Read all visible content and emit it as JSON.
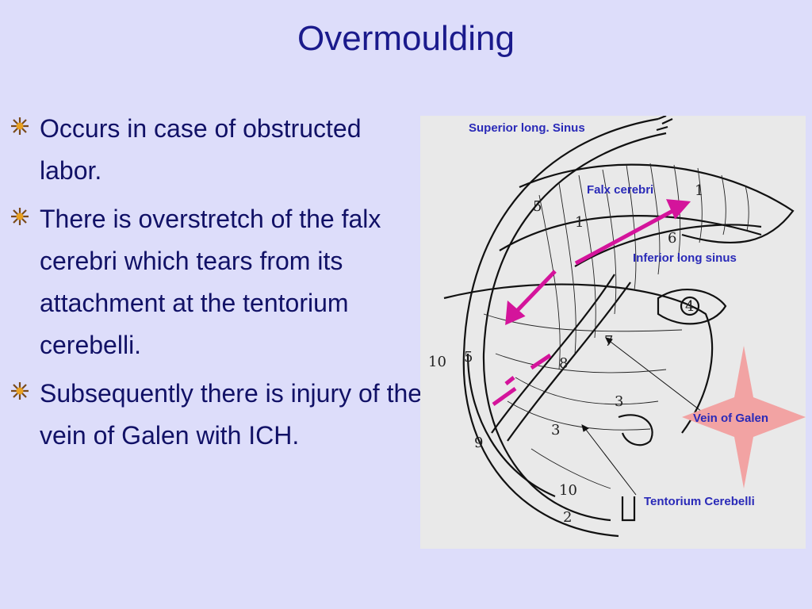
{
  "slide": {
    "title": "Overmoulding",
    "bullets": [
      "Occurs in case of obstructed labor.",
      "There is overstretch of the falx cerebri which tears from its attachment at the tentorium cerebelli.",
      "Subsequently there is injury of the vein of Galen with ICH."
    ]
  },
  "figure": {
    "labels": {
      "superior_long_sinus": "Superior long. Sinus",
      "falx_cerebri": "Falx cerebri",
      "inferior_long_sinus": "Inferior long sinus",
      "vein_of_galen": "Vein of Galen",
      "tentorium_cerebelli": "Tentorium Cerebelli"
    },
    "numbers": [
      "1",
      "1",
      "2",
      "3",
      "3",
      "4",
      "5",
      "5",
      "6",
      "7",
      "8",
      "9",
      "10",
      "10"
    ]
  },
  "colors": {
    "background": "#ddddfa",
    "title": "#1a1a8c",
    "label": "#2a2ab8",
    "arrow": "#d4149b",
    "star": "#f2a3a3"
  }
}
